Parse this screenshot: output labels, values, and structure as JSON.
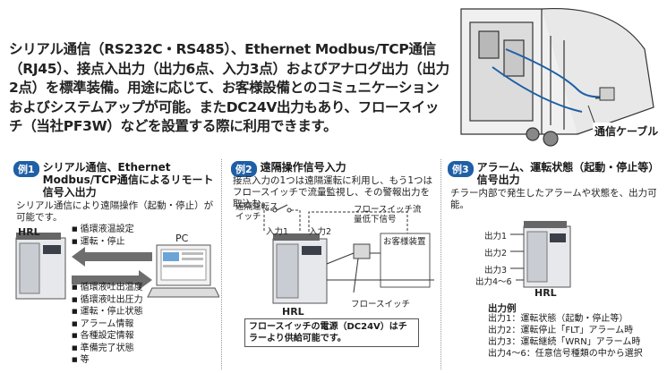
{
  "intro": {
    "text": "シリアル通信（RS232C・RS485）、Ethernet Modbus/TCP通信（RJ45）、接点入出力（出力6点、入力3点）およびアナログ出力（出力2点）を標準装備。用途に応じて、お客様設備とのコミュニケーションおよびシステムアップが可能。またDC24V出力もあり、フロースイッチ（当社PF3W）などを設置する際に利用できます。"
  },
  "hero": {
    "cable_label": "通信ケーブル"
  },
  "example1": {
    "badge": "例1",
    "title": "シリアル通信、Ethernet Modbus/TCP通信によるリモート信号入出力",
    "desc": "シリアル通信により遠隔操作（起動・停止）が可能です。",
    "unit_label": "HRL",
    "pc_label": "PC",
    "to_unit": [
      "循環液温設定",
      "運転・停止"
    ],
    "from_unit": [
      "循環液吐出温度",
      "循環液吐出圧力",
      "運転・停止状態",
      "アラーム情報",
      "各種設定情報",
      "準備完了状態",
      "等"
    ]
  },
  "example2": {
    "badge": "例2",
    "title": "遠隔操作信号入力",
    "desc": "接点入力の1つは遠隔運転に利用し、もう1つはフロースイッチで流量監視し、その警報出力を取込む。",
    "remote_switch": "遠隔運転スイッチ",
    "input1": "入力1",
    "input2": "入力2",
    "flow_signal": "フロースイッチ流量低下信号",
    "customer": "お客様装置",
    "flow_switch": "フロースイッチ",
    "unit_label": "HRL",
    "note": "フロースイッチの電源（DC24V）はチラーより供給可能です。"
  },
  "example3": {
    "badge": "例3",
    "title": "アラーム、運転状態（起動・停止等）信号出力",
    "desc": "チラー内部で発生したアラームや状態を、出力可能。",
    "outputs": [
      "出力1",
      "出力2",
      "出力3",
      "出力4～6"
    ],
    "unit_label": "HRL",
    "example_title": "出力例",
    "examples": [
      "出力1：運転状態（起動・停止等）",
      "出力2：運転停止「FLT」アラーム時",
      "出力3：運転継続「WRN」アラーム時",
      "出力4～6：任意信号種類の中から選択"
    ]
  },
  "colors": {
    "badge": "#1f5fa5",
    "arrow": "#6e6e6e",
    "unit": "#e6e8ec"
  }
}
